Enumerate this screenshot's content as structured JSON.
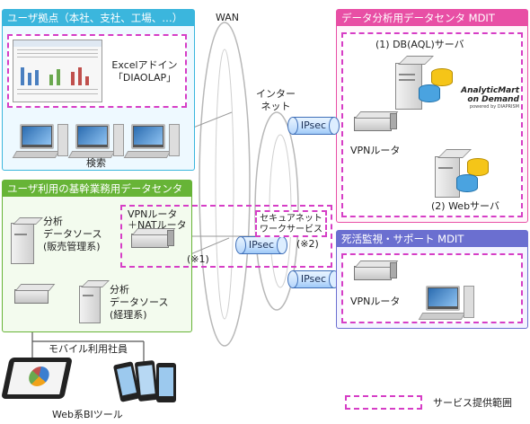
{
  "wan": "WAN",
  "internet": "インター\nネット",
  "panels": {
    "user_sites": {
      "title": "ユーザ拠点（本社、支社、工場、…）",
      "excel_addin": "Excelアドイン\n「DIAOLAP」",
      "search": "検索"
    },
    "mdit": {
      "title": "データ分析用データセンタ MDIT",
      "db_server": "(1) DB(AQL)サーバ",
      "vpn_router": "VPNルータ",
      "web_server": "(2) Webサーバ",
      "logo_line1": "AnalyticMart",
      "logo_line2": "on Demand",
      "logo_line3": "powered by DIAPRISM"
    },
    "core_dc": {
      "title": "ユーザ利用の基幹業務用データセンタ",
      "source_sales": "分析\nデータソース\n(販売管理系)",
      "source_accounting": "分析\nデータソース\n(経理系)",
      "vpn_nat": "VPNルータ\n＋NATルータ",
      "note1": "(※1)"
    },
    "monitoring": {
      "title": "死活監視・サポート MDIT",
      "vpn_router": "VPNルータ"
    }
  },
  "secure_service": "セキュアネット\nワークサービス",
  "note2": "(※2)",
  "ipsec_labels": [
    "IPsec",
    "IPsec",
    "IPsec"
  ],
  "mobile_users": "モバイル利用社員",
  "web_bi_tool": "Web系BIツール",
  "legend": "サービス提供範囲",
  "colors": {
    "cyan": "#3bb6dd",
    "pink": "#e84fa5",
    "green": "#67b437",
    "purple": "#6b6fd0",
    "dashed": "#d63ec6"
  }
}
